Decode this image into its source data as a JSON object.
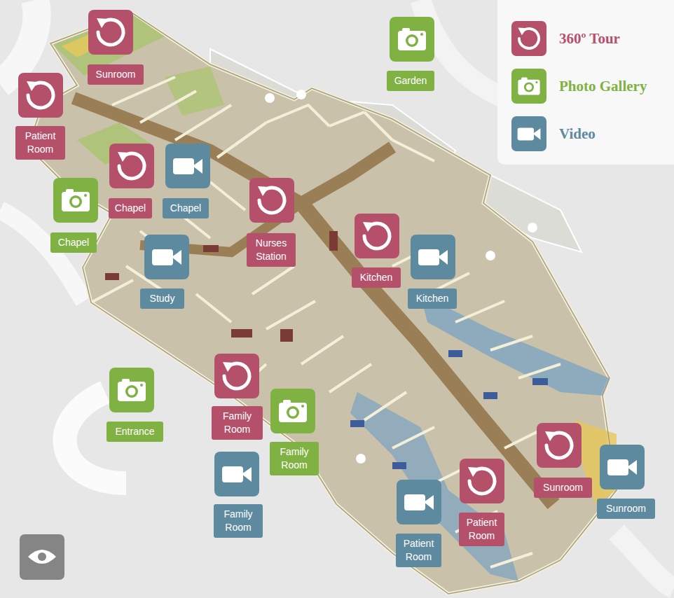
{
  "diagram": {
    "nodes": [
      {
        "text": [
          "Sunroom"
        ]
      },
      {
        "text": [
          "Garden"
        ]
      },
      {
        "text": [
          "Patient Room"
        ]
      },
      {
        "text": [
          "Chapel"
        ]
      },
      {
        "text": [
          "Chapel"
        ]
      },
      {
        "text": [
          "Chapel"
        ]
      },
      {
        "text": [
          "Nurses Station"
        ]
      },
      {
        "text": [
          "Kitchen"
        ]
      },
      {
        "text": [
          "Study"
        ]
      },
      {
        "text": [
          "Kitchen"
        ]
      },
      {
        "text": [
          "Entrance"
        ]
      },
      {
        "text": [
          "Family Room"
        ]
      },
      {
        "text": [
          "Family Room"
        ]
      },
      {
        "text": [
          "Sunroom"
        ]
      },
      {
        "text": [
          "Sunroom"
        ]
      },
      {
        "text": [
          "Family Room"
        ]
      },
      {
        "text": [
          "Patient Room"
        ]
      },
      {
        "text": [
          "Patient Room"
        ]
      }
    ],
    "legend": [
      {
        "text": "360º Tour",
        "color": "#b5506b"
      },
      {
        "text": "Photo Gallery",
        "color": "#7fb143"
      },
      {
        "text": "Video",
        "color": "#5e8aa0"
      }
    ]
  }
}
